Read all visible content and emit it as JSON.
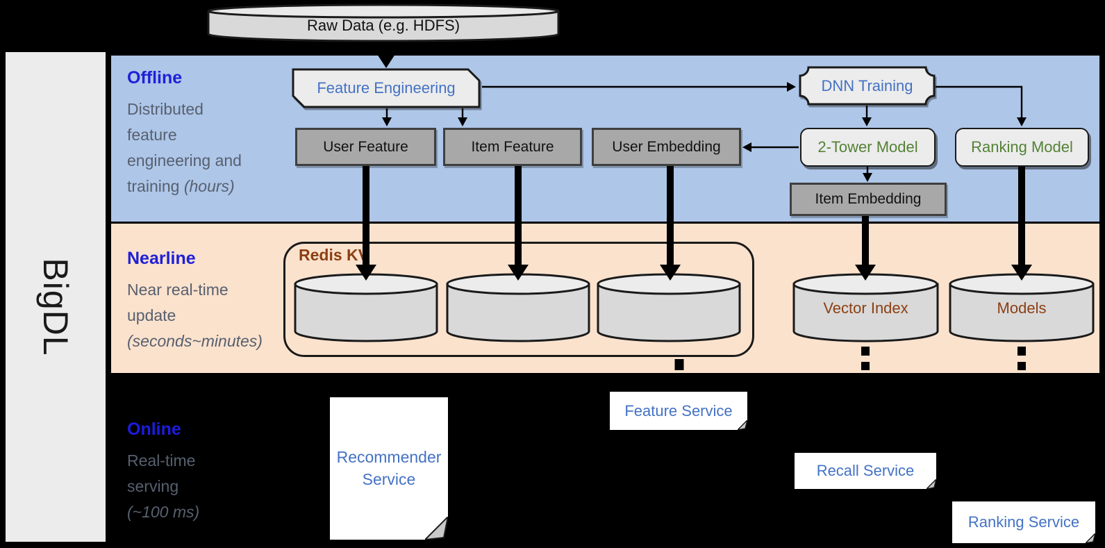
{
  "brand": {
    "name": "BigDL"
  },
  "raw_data": {
    "label": "Raw Data (e.g. HDFS)"
  },
  "sections": {
    "offline": {
      "title": "Offline",
      "lines": [
        "Distributed",
        "feature",
        "engineering and"
      ],
      "last_plain": "training ",
      "last_italic": "(hours)"
    },
    "nearline": {
      "title": "Nearline",
      "lines": [
        "Near real-time",
        "update"
      ],
      "last_plain": "",
      "last_italic": "(seconds~minutes)"
    },
    "online": {
      "title": "Online",
      "lines": [
        "Real-time",
        "serving"
      ],
      "last_plain": "",
      "last_italic": "(~100 ms)"
    }
  },
  "nodes": {
    "feature_engineering": {
      "label": "Feature Engineering"
    },
    "dnn_training": {
      "label": "DNN Training"
    },
    "user_feature": {
      "label": "User Feature"
    },
    "item_feature": {
      "label": "Item Feature"
    },
    "user_embedding": {
      "label": "User Embedding"
    },
    "two_tower_model": {
      "label": "2-Tower Model"
    },
    "ranking_model": {
      "label": "Ranking Model"
    },
    "item_embedding": {
      "label": "Item Embedding"
    },
    "redis_kv": {
      "label": "Redis KV"
    },
    "vector_index": {
      "label": "Vector Index"
    },
    "models": {
      "label": "Models"
    },
    "feature_service": {
      "label": "Feature Service"
    },
    "recommender_service": {
      "label": "Recommender Service"
    },
    "recall_service": {
      "label": "Recall Service"
    },
    "ranking_service": {
      "label": "Ranking Service"
    }
  },
  "colors": {
    "background": "#000000",
    "sidebar_bg": "#ececec",
    "offline_bg": "#aec6e8",
    "nearline_bg": "#fbe2cd",
    "section_title_blue": "#1f20d7",
    "section_subtitle_gray": "#57606f",
    "link_blue": "#4472c4",
    "model_green": "#548235",
    "storage_brown": "#8c3f12",
    "gray_node_fill": "#a8a8a8",
    "light_node_fill": "#ececec",
    "cylinder_fill": "#d9d9d9"
  }
}
